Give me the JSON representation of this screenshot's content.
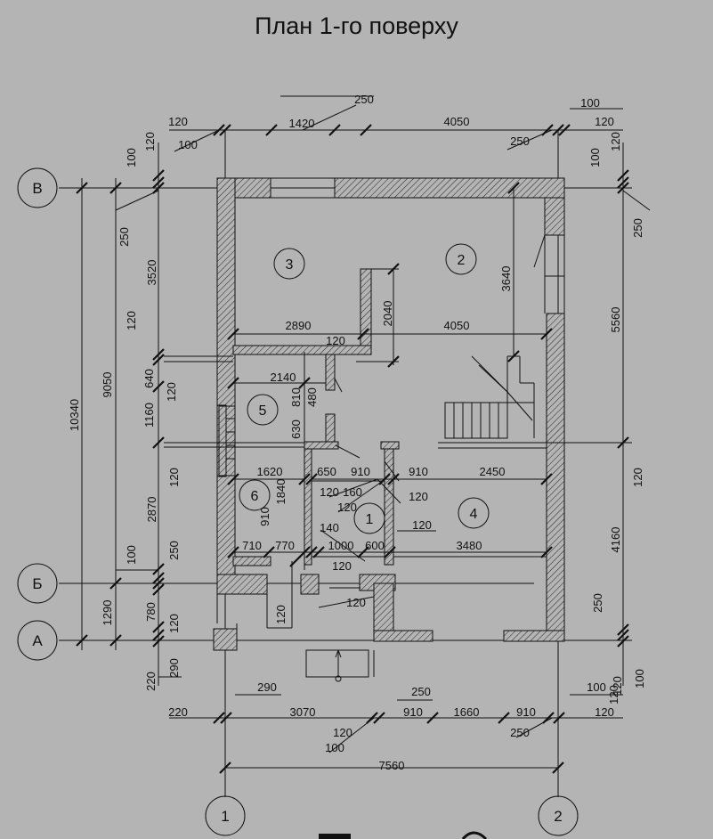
{
  "title": "План 1-го поверху",
  "axes": {
    "horizontal": [
      "В",
      "Б",
      "А"
    ],
    "vertical": [
      "1",
      "2"
    ]
  },
  "rooms": [
    "3",
    "2",
    "5",
    "6",
    "1",
    "4"
  ],
  "dimensions": {
    "top": [
      "120",
      "1420",
      "250",
      "4050",
      "100",
      "120",
      "100",
      "250"
    ],
    "bottom": [
      "220",
      "290",
      "3070",
      "910",
      "1660",
      "910",
      "120",
      "250",
      "100",
      "120",
      "100",
      "250",
      "120",
      "7560"
    ],
    "left": [
      "100",
      "120",
      "250",
      "3520",
      "120",
      "640",
      "120",
      "1160",
      "120",
      "2870",
      "100",
      "250",
      "780",
      "120",
      "290",
      "220",
      "9050",
      "10340",
      "1290"
    ],
    "right": [
      "100",
      "120",
      "250",
      "5560",
      "120",
      "4160",
      "250",
      "100",
      "120"
    ],
    "interior": [
      "2890",
      "4050",
      "120",
      "2040",
      "3640",
      "2140",
      "810",
      "480",
      "630",
      "1620",
      "650",
      "910",
      "910",
      "2450",
      "120",
      "160",
      "120",
      "120",
      "1840",
      "910",
      "710",
      "770",
      "140",
      "1000",
      "600",
      "120",
      "3480",
      "120",
      "120",
      "120"
    ]
  },
  "colors": {
    "background": "#b4b4b4",
    "lines": "#111111"
  }
}
